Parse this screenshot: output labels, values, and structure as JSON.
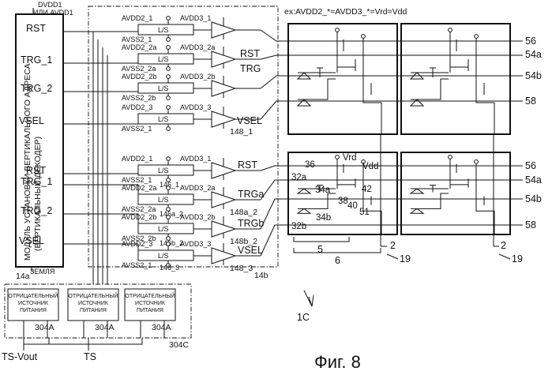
{
  "figure": {
    "caption": "Фиг. 8",
    "ref_label": "1C",
    "equation": "ex:AVDD2_*=AVDD3_*=Vrd=Vdd"
  },
  "decoder": {
    "title_line1": "МОДУЛЬ УСТАНОВКИ ВЕРТИКАЛЬНОГО АДРЕСА",
    "title_line2": "(ВЕРТИКАЛЬНЫЙ ДЕКОДЕР)",
    "supply": "DVDD1",
    "supply_line2": "ИЛИ AVDD1",
    "ground": "ЗЕМЛЯ",
    "ref": "14a",
    "outputs": [
      "RST",
      "TRG_1",
      "TRG_2",
      "VSEL",
      "RST",
      "TRG_1",
      "TRG_2",
      "VSEL"
    ]
  },
  "level_shifters": {
    "block_ref": "14b",
    "ls_label": "L/S",
    "rows": [
      {
        "avdd2": "AVDD2_1",
        "avdd3": "AVDD3_1",
        "avss": "AVSS2_1",
        "ls_ref": "",
        "buf_ref": "",
        "out": ""
      },
      {
        "avdd2": "AVDD2_2a",
        "avdd3": "AVDD3_2a",
        "avss": "AVSS2_2a",
        "ls_ref": "",
        "buf_ref": "",
        "out": ""
      },
      {
        "avdd2": "AVDD2_2b",
        "avdd3": "AVDD3_2b",
        "avss": "AVSS2_2b",
        "ls_ref": "",
        "buf_ref": "",
        "out": ""
      },
      {
        "avdd2": "AVDD2_3",
        "avdd3": "AVDD3_3",
        "avss": "AVSS2_1",
        "ls_ref": "",
        "buf_ref": "148_1",
        "out": ""
      },
      {
        "avdd2": "AVDD2_1",
        "avdd3": "AVDD3_1",
        "avss": "AVSS2_1",
        "ls_ref": "146_1",
        "buf_ref": "",
        "out": "RST"
      },
      {
        "avdd2": "AVDD2_2a",
        "avdd3": "AVDD3_2a",
        "avss": "AVSS2_2a",
        "ls_ref": "146a_2",
        "buf_ref": "148a_2",
        "out": "TRGa"
      },
      {
        "avdd2": "AVDD2_2b",
        "avdd3": "AVDD3_2b",
        "avss": "AVSS2_2b",
        "ls_ref": "146b_2",
        "buf_ref": "148b_2",
        "out": "TRGb"
      },
      {
        "avdd2": "AVDD2_3",
        "avdd3": "AVDD3_3",
        "avss": "AVSS2_1",
        "ls_ref": "146_3",
        "buf_ref": "148_3",
        "out": "VSEL"
      }
    ],
    "mid_labels": [
      "RST",
      "TRG",
      "VSEL"
    ]
  },
  "power": {
    "source_label": [
      "ОТРИЦАТЕЛЬНЫЙ",
      "ИСТОЧНИК",
      "ПИТАНИЯ"
    ],
    "source_ref": "304A",
    "group_ref": "304C",
    "inputs": [
      "TS-Vout",
      "TS"
    ]
  },
  "pixels": {
    "top_refs": [
      "56",
      "54a",
      "54b",
      "58"
    ],
    "bottom_refs": [
      "56",
      "54a",
      "54b",
      "58"
    ],
    "inner_labels": [
      "36",
      "Vrd",
      "Vdd",
      "32a",
      "34a",
      "42",
      "38",
      "51",
      "40",
      "32b",
      "34b"
    ],
    "brace_refs": [
      "5",
      "6"
    ],
    "column_refs": [
      "2",
      "19",
      "2",
      "19"
    ]
  }
}
